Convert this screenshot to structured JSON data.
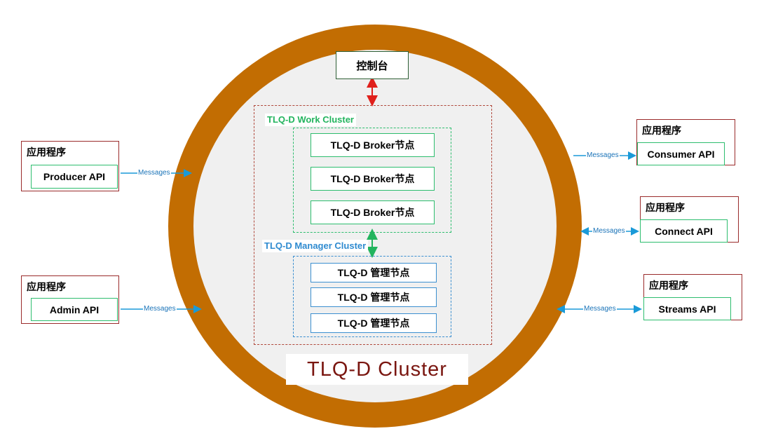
{
  "cluster": {
    "title": "TLQ-D  Cluster"
  },
  "console": {
    "label": "控制台"
  },
  "work_cluster": {
    "label": "TLQ-D  Work Cluster",
    "nodes": [
      "TLQ-D Broker节点",
      "TLQ-D Broker节点",
      "TLQ-D Broker节点"
    ]
  },
  "manager_cluster": {
    "label": "TLQ-D  Manager Cluster",
    "nodes": [
      "TLQ-D 管理节点",
      "TLQ-D 管理节点",
      "TLQ-D 管理节点"
    ]
  },
  "applications": [
    {
      "title": "应用程序",
      "api": "Producer API",
      "message": "Messages"
    },
    {
      "title": "应用程序",
      "api": "Admin  API",
      "message": "Messages"
    },
    {
      "title": "应用程序",
      "api": "Consumer API",
      "message": "Messages"
    },
    {
      "title": "应用程序",
      "api": "Connect API",
      "message": "Messages"
    },
    {
      "title": "应用程序",
      "api": "Streams API",
      "message": "Messages"
    }
  ],
  "colors": {
    "ring": "#c26d02",
    "console_arrow": "#e0201c",
    "internal_arrow": "#23b45e",
    "message_arrow": "#1a9ad8",
    "title": "#7a1610"
  }
}
